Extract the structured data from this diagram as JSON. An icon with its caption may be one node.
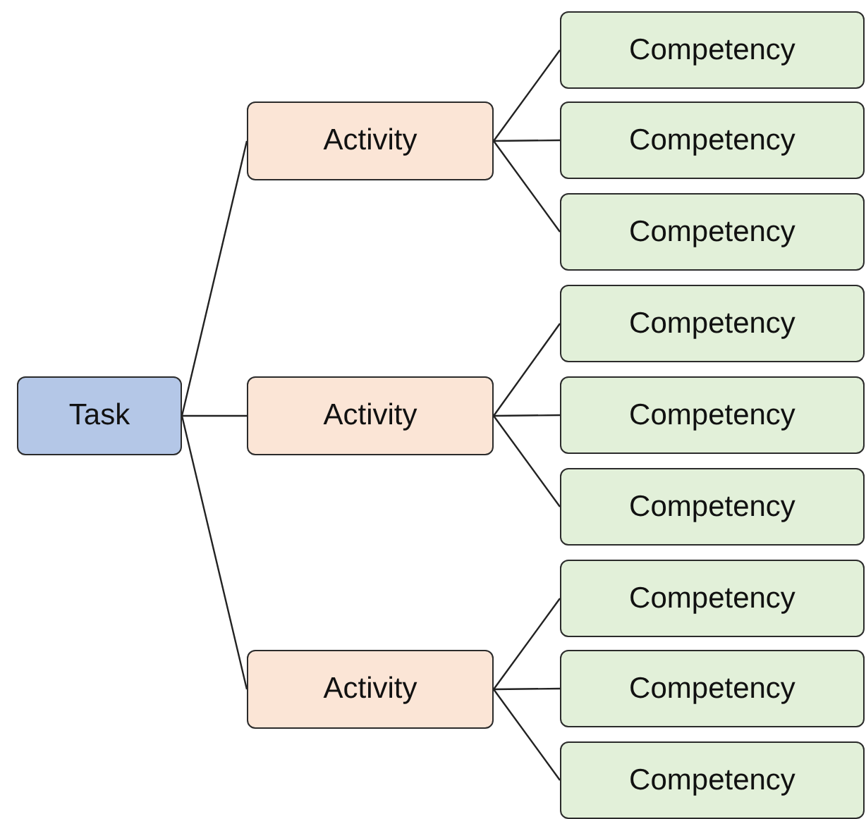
{
  "diagram": {
    "nodes": [
      {
        "text": [
          "Task"
        ]
      },
      {
        "text": [
          "Activity"
        ]
      },
      {
        "text": [
          "Activity"
        ]
      },
      {
        "text": [
          "Activity"
        ]
      },
      {
        "text": [
          "Competency"
        ]
      },
      {
        "text": [
          "Competency"
        ]
      },
      {
        "text": [
          "Competency"
        ]
      },
      {
        "text": [
          "Competency"
        ]
      },
      {
        "text": [
          "Competency"
        ]
      },
      {
        "text": [
          "Competency"
        ]
      },
      {
        "text": [
          "Competency"
        ]
      },
      {
        "text": [
          "Competency"
        ]
      },
      {
        "text": [
          "Competency"
        ]
      }
    ],
    "edges": [
      {
        "from": 0,
        "to": 1,
        "arrow": "none"
      },
      {
        "from": 0,
        "to": 2,
        "arrow": "none"
      },
      {
        "from": 0,
        "to": 3,
        "arrow": "none"
      },
      {
        "from": 1,
        "to": 4,
        "arrow": "none"
      },
      {
        "from": 1,
        "to": 5,
        "arrow": "none"
      },
      {
        "from": 1,
        "to": 6,
        "arrow": "none"
      },
      {
        "from": 2,
        "to": 7,
        "arrow": "none"
      },
      {
        "from": 2,
        "to": 8,
        "arrow": "none"
      },
      {
        "from": 2,
        "to": 9,
        "arrow": "none"
      },
      {
        "from": 3,
        "to": 10,
        "arrow": "none"
      },
      {
        "from": 3,
        "to": 11,
        "arrow": "none"
      },
      {
        "from": 3,
        "to": 12,
        "arrow": "none"
      }
    ]
  }
}
